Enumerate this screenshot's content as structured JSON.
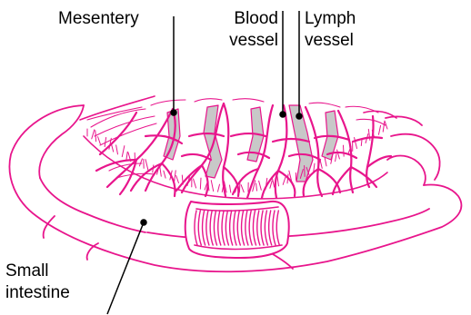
{
  "colors": {
    "tissue": "#e8158c",
    "vessel_fill": "#c8c8c8",
    "pointer": "#000000",
    "background": "#ffffff"
  },
  "labels": {
    "mesentery": "Mesentery",
    "blood_vessel": [
      "Blood",
      "vessel"
    ],
    "lymph_vessel": [
      "Lymph",
      "vessel"
    ],
    "small_intestine": [
      "Small",
      "intestine"
    ]
  }
}
